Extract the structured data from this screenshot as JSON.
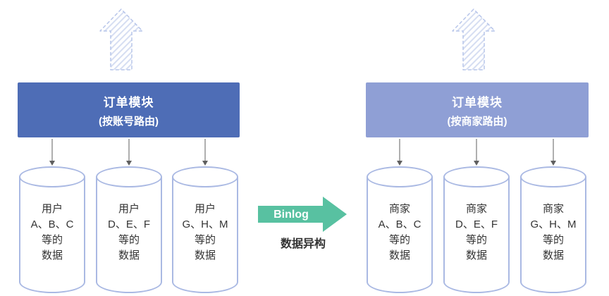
{
  "colors": {
    "left_header_bg": "#4e6db6",
    "right_header_bg": "#8f9fd5",
    "cylinder_border": "#aab9e3",
    "binlog_arrow_green": "#58c1a1",
    "dashed_arrow_stroke": "#b7c5ea",
    "connector_gray": "#5f5f5f",
    "text_dark": "#333333"
  },
  "left": {
    "header": {
      "title": "订单模块",
      "subtitle": "(按账号路由)"
    },
    "cylinders": [
      {
        "lines": [
          "用户",
          "A、B、C",
          "等的",
          "数据"
        ]
      },
      {
        "lines": [
          "用户",
          "D、E、F",
          "等的",
          "数据"
        ]
      },
      {
        "lines": [
          "用户",
          "G、H、M",
          "等的",
          "数据"
        ]
      }
    ]
  },
  "right": {
    "header": {
      "title": "订单模块",
      "subtitle": "(按商家路由)"
    },
    "cylinders": [
      {
        "lines": [
          "商家",
          "A、B、C",
          "等的",
          "数据"
        ]
      },
      {
        "lines": [
          "商家",
          "D、E、F",
          "等的",
          "数据"
        ]
      },
      {
        "lines": [
          "商家",
          "G、H、M",
          "等的",
          "数据"
        ]
      }
    ]
  },
  "transfer": {
    "label": "Binlog",
    "caption": "数据异构"
  }
}
